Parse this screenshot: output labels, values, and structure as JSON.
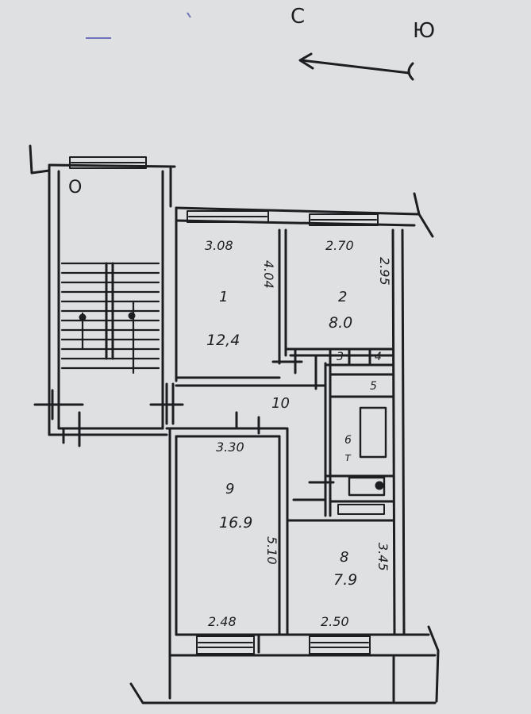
{
  "compass": {
    "north": "С",
    "south": "Ю"
  },
  "stair_label": "О",
  "corridor_label": "10",
  "rooms": [
    {
      "number": "1",
      "area": "12,4",
      "width": "3.08",
      "length": "4.04"
    },
    {
      "number": "2",
      "area": "8.0",
      "width": "2.70",
      "length": "2.95"
    },
    {
      "number": "9",
      "area": "16.9",
      "width": "3.30",
      "length": "5.10",
      "bottom_width": "2.48"
    },
    {
      "number": "8",
      "area": "7.9",
      "width": "2.50",
      "length": "3.45"
    }
  ],
  "small_rooms": [
    "3",
    "4",
    "5",
    "6"
  ],
  "bath_mark": "т",
  "colors": {
    "paper": "#dfe0e2",
    "ink": "#1d1e22",
    "stray_marks": "#6f73b8"
  }
}
